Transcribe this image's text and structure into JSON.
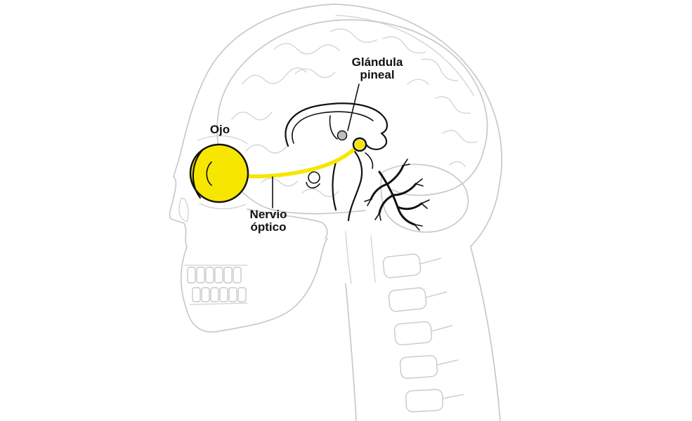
{
  "diagram": {
    "subject": "human-head-profile-pineal-gland-anatomy",
    "labels": {
      "eye": {
        "text": "Ojo"
      },
      "pineal": {
        "line1": "Glándula",
        "line2": "pineal"
      },
      "optic_nerve": {
        "line1": "Nervio",
        "line2": "óptico"
      }
    },
    "colors": {
      "highlight": "#f7e600",
      "ink": "#111111",
      "sketch": "#c9c9c9",
      "background": "#ffffff"
    }
  }
}
